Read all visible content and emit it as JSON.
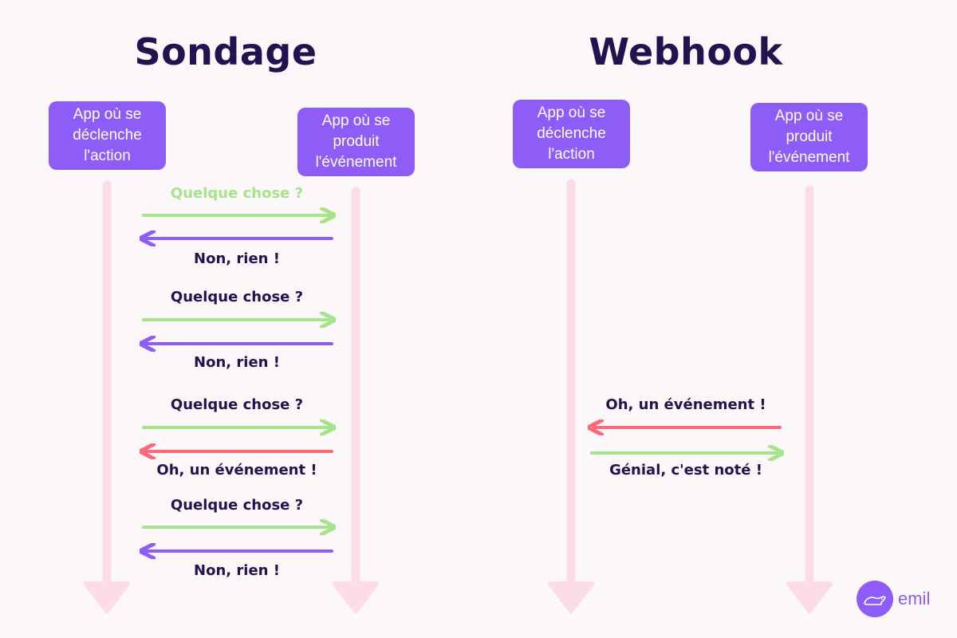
{
  "colors": {
    "background": "#fcf7f9",
    "title": "#23124f",
    "box": "#8e5cf7",
    "lifeline": "#fcdde6",
    "request": "#a6e48b",
    "reply_none": "#8e5cf7",
    "event": "#fb6a7b"
  },
  "polling": {
    "title": "Sondage",
    "actor_left": "App où se\ndéclenche\nl'action",
    "actor_right": "App où se\nproduit\nl'événement",
    "rounds": [
      {
        "request": "Quelque chose ?",
        "reply": "Non, rien !"
      },
      {
        "request": "Quelque chose ?",
        "reply": "Non, rien !"
      },
      {
        "request": "Quelque chose ?",
        "reply": "Oh, un événement !"
      },
      {
        "request": "Quelque chose ?",
        "reply": "Non, rien !"
      }
    ]
  },
  "webhook": {
    "title": "Webhook",
    "actor_left": "App où se\ndéclenche\nl'action",
    "actor_right": "App où se\nproduit\nl'événement",
    "event": "Oh, un événement !",
    "ack": "Génial, c'est noté !"
  },
  "logo": {
    "text": "emil"
  }
}
